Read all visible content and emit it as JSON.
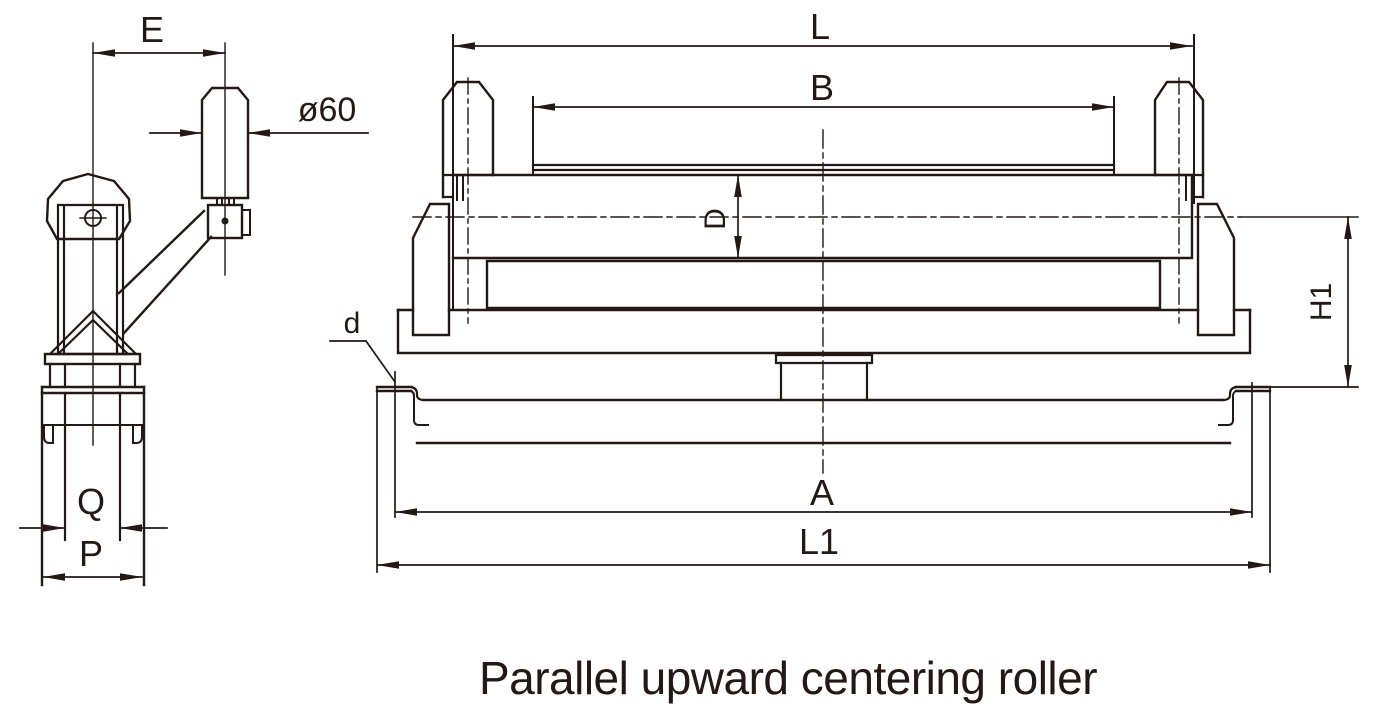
{
  "title": "Parallel upward centering roller",
  "colors": {
    "line": "#231815",
    "background": "#ffffff"
  },
  "front_view": {
    "labels": {
      "length_L": "L",
      "rail_B": "B",
      "roller_dia_D": "D",
      "height_H1": "H1",
      "span_A": "A",
      "overall_L1": "L1",
      "hole_d": "d"
    }
  },
  "side_view": {
    "labels": {
      "offset_E": "E",
      "guide_roller_dia": "ø60",
      "inner_width_Q": "Q",
      "outer_width_P": "P"
    }
  }
}
